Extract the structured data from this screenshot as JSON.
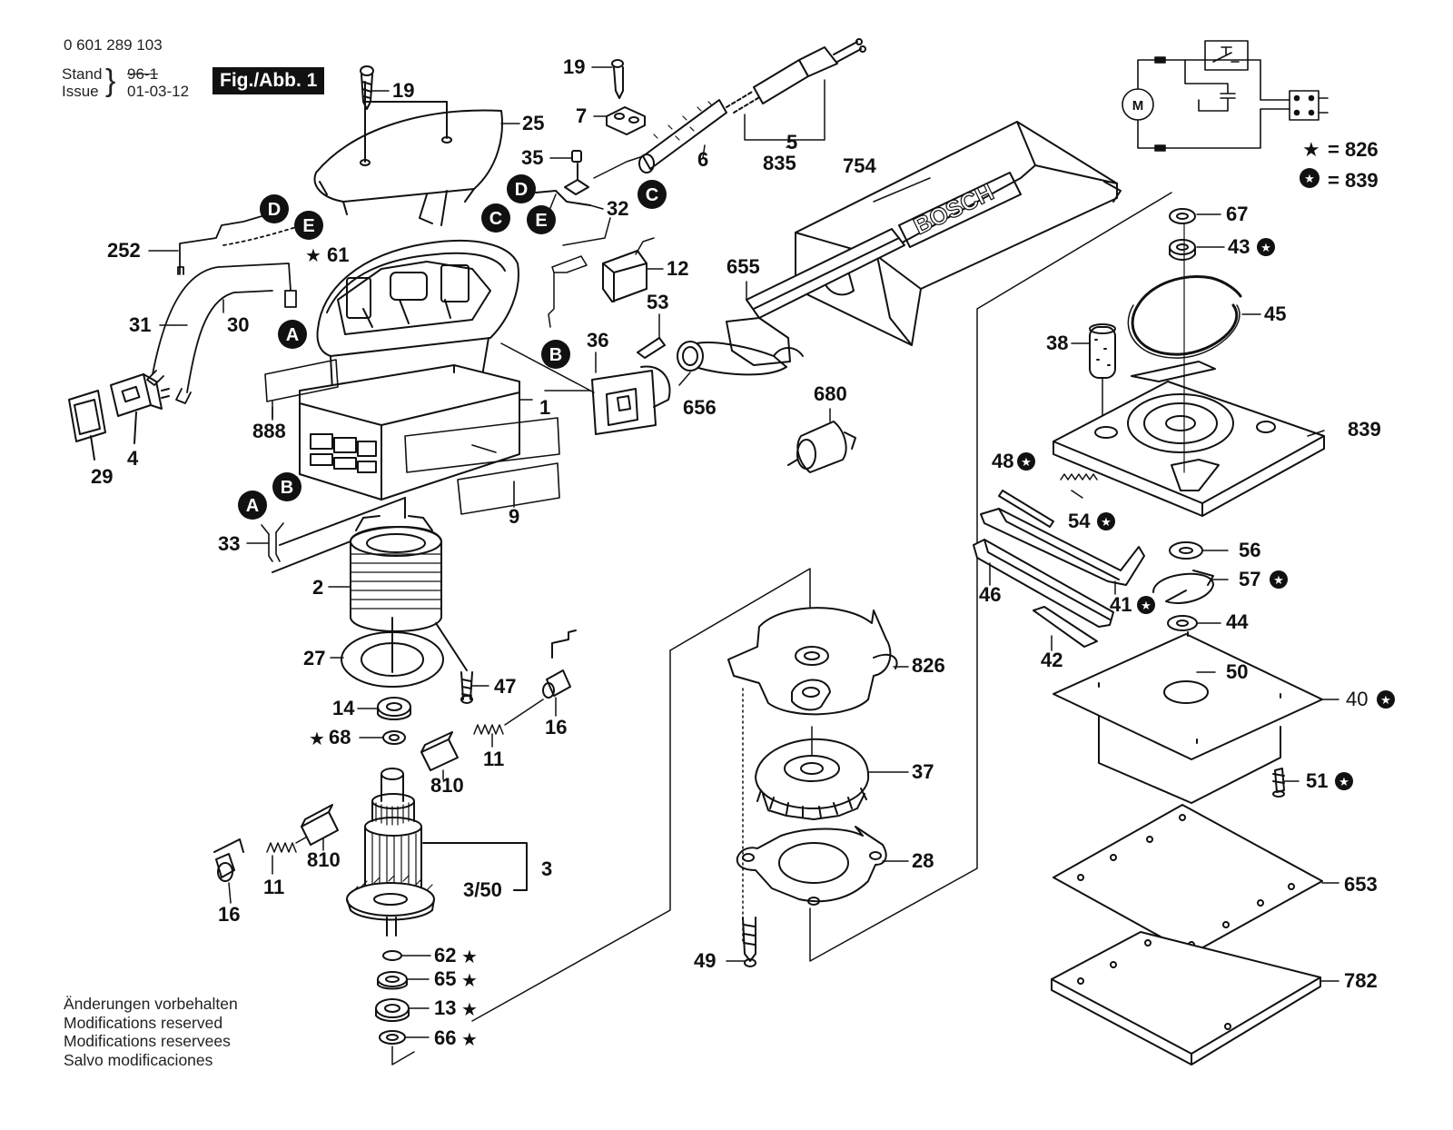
{
  "header": {
    "part_number": "0 601 289 103",
    "stand_label": "Stand",
    "issue_label": "Issue",
    "issue_old": "96-1",
    "issue_date": "01-03-12",
    "figure_label": "Fig./Abb. 1"
  },
  "legend": {
    "star_text": "= 826",
    "badge_text": "= 839"
  },
  "motor_symbol": "M",
  "bag_brand": "BOSCH",
  "connector_letters": [
    "D",
    "E",
    "A",
    "C",
    "D",
    "E",
    "C",
    "B",
    "A",
    "B"
  ],
  "parts": [
    {
      "id": "19a",
      "text": "19"
    },
    {
      "id": "25",
      "text": "25"
    },
    {
      "id": "252",
      "text": "252"
    },
    {
      "id": "61",
      "text": "61"
    },
    {
      "id": "31",
      "text": "31"
    },
    {
      "id": "30",
      "text": "30"
    },
    {
      "id": "888",
      "text": "888"
    },
    {
      "id": "1",
      "text": "1"
    },
    {
      "id": "4",
      "text": "4"
    },
    {
      "id": "29",
      "text": "29"
    },
    {
      "id": "9",
      "text": "9"
    },
    {
      "id": "33",
      "text": "33"
    },
    {
      "id": "2",
      "text": "2"
    },
    {
      "id": "27",
      "text": "27"
    },
    {
      "id": "47",
      "text": "47"
    },
    {
      "id": "14",
      "text": "14"
    },
    {
      "id": "68",
      "text": "68"
    },
    {
      "id": "16a",
      "text": "16"
    },
    {
      "id": "11a",
      "text": "11"
    },
    {
      "id": "810a",
      "text": "810"
    },
    {
      "id": "810b",
      "text": "810"
    },
    {
      "id": "11b",
      "text": "11"
    },
    {
      "id": "16b",
      "text": "16"
    },
    {
      "id": "3",
      "text": "3"
    },
    {
      "id": "3_50",
      "text": "3/50"
    },
    {
      "id": "62",
      "text": "62"
    },
    {
      "id": "65",
      "text": "65"
    },
    {
      "id": "13",
      "text": "13"
    },
    {
      "id": "66",
      "text": "66"
    },
    {
      "id": "19b",
      "text": "19"
    },
    {
      "id": "7",
      "text": "7"
    },
    {
      "id": "35",
      "text": "35"
    },
    {
      "id": "32",
      "text": "32"
    },
    {
      "id": "6",
      "text": "6"
    },
    {
      "id": "5",
      "text": "5"
    },
    {
      "id": "835",
      "text": "835"
    },
    {
      "id": "12",
      "text": "12"
    },
    {
      "id": "53",
      "text": "53"
    },
    {
      "id": "36",
      "text": "36"
    },
    {
      "id": "655",
      "text": "655"
    },
    {
      "id": "656",
      "text": "656"
    },
    {
      "id": "754",
      "text": "754"
    },
    {
      "id": "680",
      "text": "680"
    },
    {
      "id": "826",
      "text": "826"
    },
    {
      "id": "37",
      "text": "37"
    },
    {
      "id": "28",
      "text": "28"
    },
    {
      "id": "49",
      "text": "49"
    },
    {
      "id": "67",
      "text": "67"
    },
    {
      "id": "43",
      "text": "43"
    },
    {
      "id": "45",
      "text": "45"
    },
    {
      "id": "38",
      "text": "38"
    },
    {
      "id": "839",
      "text": "839"
    },
    {
      "id": "48",
      "text": "48"
    },
    {
      "id": "54",
      "text": "54"
    },
    {
      "id": "56",
      "text": "56"
    },
    {
      "id": "57",
      "text": "57"
    },
    {
      "id": "46",
      "text": "46"
    },
    {
      "id": "41",
      "text": "41"
    },
    {
      "id": "44",
      "text": "44"
    },
    {
      "id": "42",
      "text": "42"
    },
    {
      "id": "50",
      "text": "50"
    },
    {
      "id": "40",
      "text": "40"
    },
    {
      "id": "51",
      "text": "51"
    },
    {
      "id": "653",
      "text": "653"
    },
    {
      "id": "782",
      "text": "782"
    }
  ],
  "notes": [
    "Änderungen vorbehalten",
    "Modifications reserved",
    "Modifications reservees",
    "Salvo modificaciones"
  ]
}
